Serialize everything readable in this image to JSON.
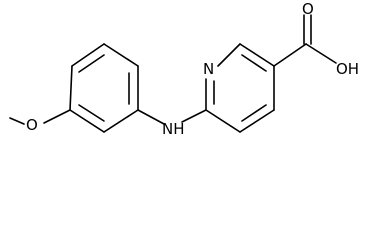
{
  "molecule": {
    "atom_labels": {
      "pyridine_n": "N",
      "amine_nh": "NH",
      "ether_o": "O",
      "carboxyl_o": "O",
      "carboxyl_oh": "OH"
    }
  },
  "colors": {
    "bond": "#000000",
    "text": "#000000",
    "background": "#ffffff"
  }
}
